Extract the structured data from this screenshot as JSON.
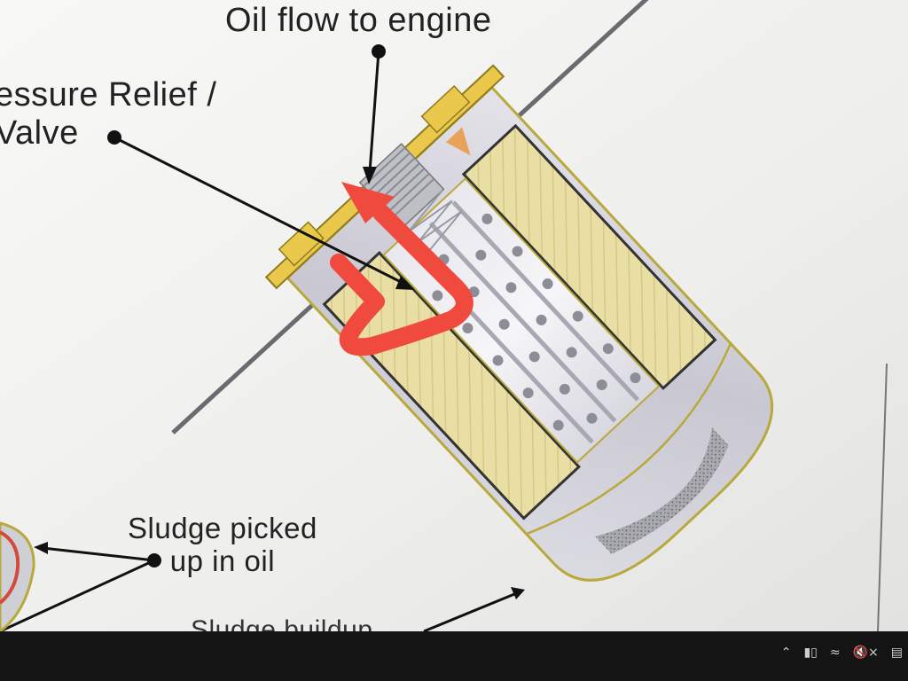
{
  "labels": {
    "oil_flow": "Oil flow to engine",
    "pressure_relief_line1": "essure Relief /",
    "pressure_relief_line2": "Valve",
    "sludge_line1": "Sludge picked",
    "sludge_line2": "up in oil",
    "sludge_buildup_cut": "Sludge buildup"
  },
  "colors": {
    "filter_media": "#e8dca0",
    "flow_arrow": "#f04a3e",
    "housing": "#d0cfd6",
    "gasket": "#e6c23c",
    "background": "#f4f4f2"
  },
  "taskbar": {
    "icons": [
      "chevron-up-icon",
      "battery-icon",
      "wifi-icon",
      "volume-mute-icon",
      "notification-icon"
    ]
  }
}
